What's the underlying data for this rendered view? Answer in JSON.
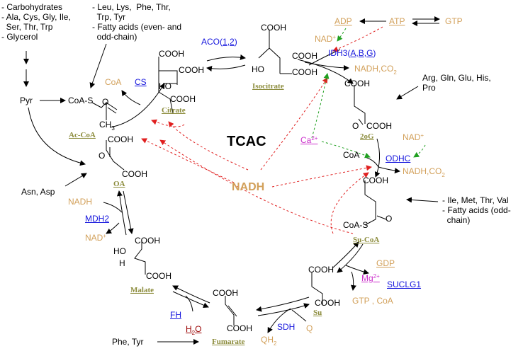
{
  "title": "TCAC",
  "colors": {
    "cofactor": "#d2a05a",
    "enzyme": "#1515dd",
    "metal_ion": "#cc33cc",
    "metabolite_name": "#8c8c3c",
    "water": "#990000",
    "inhibition_arrow": "#e02020",
    "activation_arrow": "#20a020"
  },
  "inputs": {
    "left_top": "- Carbohydrates\n- Ala, Cys, Gly, Ile,\n  Ser, Thr, Trp\n- Glycerol",
    "mid_top": "- Leu, Lys,  Phe, Thr,\n  Trp, Tyr\n- Fatty acids (even- and\n  odd-chain)",
    "right_aa": "Arg, Gln, Glu, His,\nPro",
    "right_lower": "- Ile, Met, Thr, Val\n- Fatty acids (odd-\n  chain)",
    "asn_asp": "Asn, Asp",
    "phe_tyr": "Phe, Tyr",
    "pyr": "Pyr"
  },
  "metabolites": {
    "acetyl_coa": "Ac-CoA",
    "citrate": "Citrate",
    "isocitrate": "Isocitrate",
    "oxoglutarate": "2oG",
    "succinyl_coa": "Su-CoA",
    "succinate": "Su",
    "fumarate": "Fumarate",
    "malate": "Malate",
    "oxaloacetate": "OA"
  },
  "enzymes": {
    "cs": "CS",
    "aco_prefix": "ACO(",
    "aco_1": "1",
    "aco_sep": ",",
    "aco_2": "2",
    "aco_suffix": ")",
    "idh_prefix": "IDH3(",
    "idh_a": "A",
    "idh_sep1": ",",
    "idh_b": "B",
    "idh_sep2": ",",
    "idh_g": "G",
    "idh_suffix": ")",
    "odhc": "ODHC",
    "suclg1": "SUCLG1",
    "sdh": "SDH",
    "fh": "FH",
    "mdh2": "MDH2"
  },
  "cofactors": {
    "coa_cs": "CoA",
    "adp": "ADP",
    "atp": "ATP",
    "gtp_top": "GTP",
    "nad_idh": "NAD",
    "nad_plus": "+",
    "nadh_co2_idh": "NADH,CO",
    "co2_sub": "2",
    "ca": "Ca",
    "ca_charge": "2+",
    "nad_odhc": "NAD",
    "coa_odhc": "CoA",
    "nadh_co2_odhc": "NADH,CO",
    "gdp": "GDP",
    "mg": "Mg",
    "mg_charge": "2+",
    "gtp_coa": "GTP , CoA",
    "q": "Q",
    "qh": "QH",
    "qh_sub": "2",
    "h2o_h": "H",
    "h2o_sub": "2",
    "h2o_o": "O",
    "nadh_mdh": "NADH",
    "nad_mdh": "NAD",
    "nadh_center": "NADH"
  },
  "structure_labels": {
    "cooh": "COOH",
    "ho": "HO",
    "ch3": "CH",
    "ch3_sub": "3",
    "coa_s": "CoA-S",
    "o": "O",
    "ho_dots": "HO",
    "h": "H"
  }
}
